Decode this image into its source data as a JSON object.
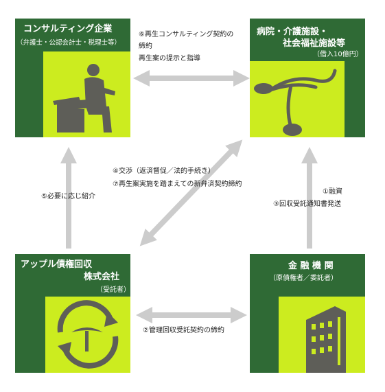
{
  "nodes": {
    "consulting": {
      "title": "コンサルティング企業",
      "sub": "（弁護士・公認会計士・税理士等）"
    },
    "hospital": {
      "title1": "病院・介護施設・",
      "title2": "社会福祉施設等",
      "sub": "（借入10億円）"
    },
    "apple": {
      "title1": "アップル債権回収",
      "title2": "株式会社",
      "sub": "（受託者）"
    },
    "bank": {
      "title": "金 融 機 関",
      "sub": "（原債権者／委託者）"
    }
  },
  "edges": {
    "e6_line1": "⑥再生コンサルティング契約の",
    "e6_line2": "締約",
    "e6_line3": "再生案の提示と指導",
    "e4": "④交渉（返済督促／法的手続き）",
    "e7": "⑦再生案実施を踏まえての新弁済契約締約",
    "e5": "⑤必要に応じ紹介",
    "e1": "①融資",
    "e3": "③回収受託通知書発送",
    "e2": "②管理回収受託契約の締約"
  }
}
